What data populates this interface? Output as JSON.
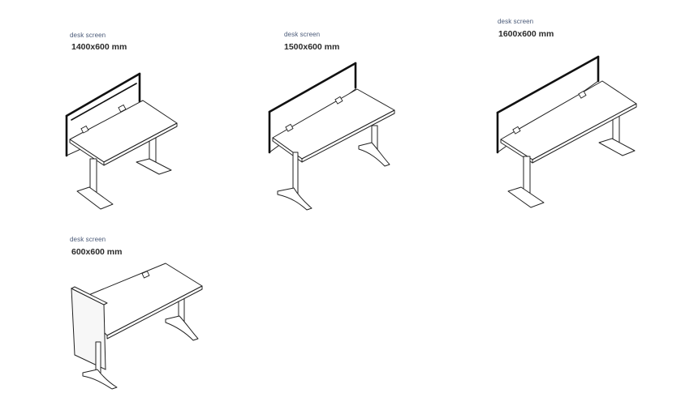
{
  "items": [
    {
      "id": "desk-1400",
      "category": "desk screen",
      "size": "1400x600 mm"
    },
    {
      "id": "desk-1500",
      "category": "desk screen",
      "size": "1500x600 mm"
    },
    {
      "id": "desk-1600",
      "category": "desk screen",
      "size": "1600x600 mm"
    },
    {
      "id": "desk-600",
      "category": "desk screen",
      "size": "600x600 mm"
    }
  ]
}
